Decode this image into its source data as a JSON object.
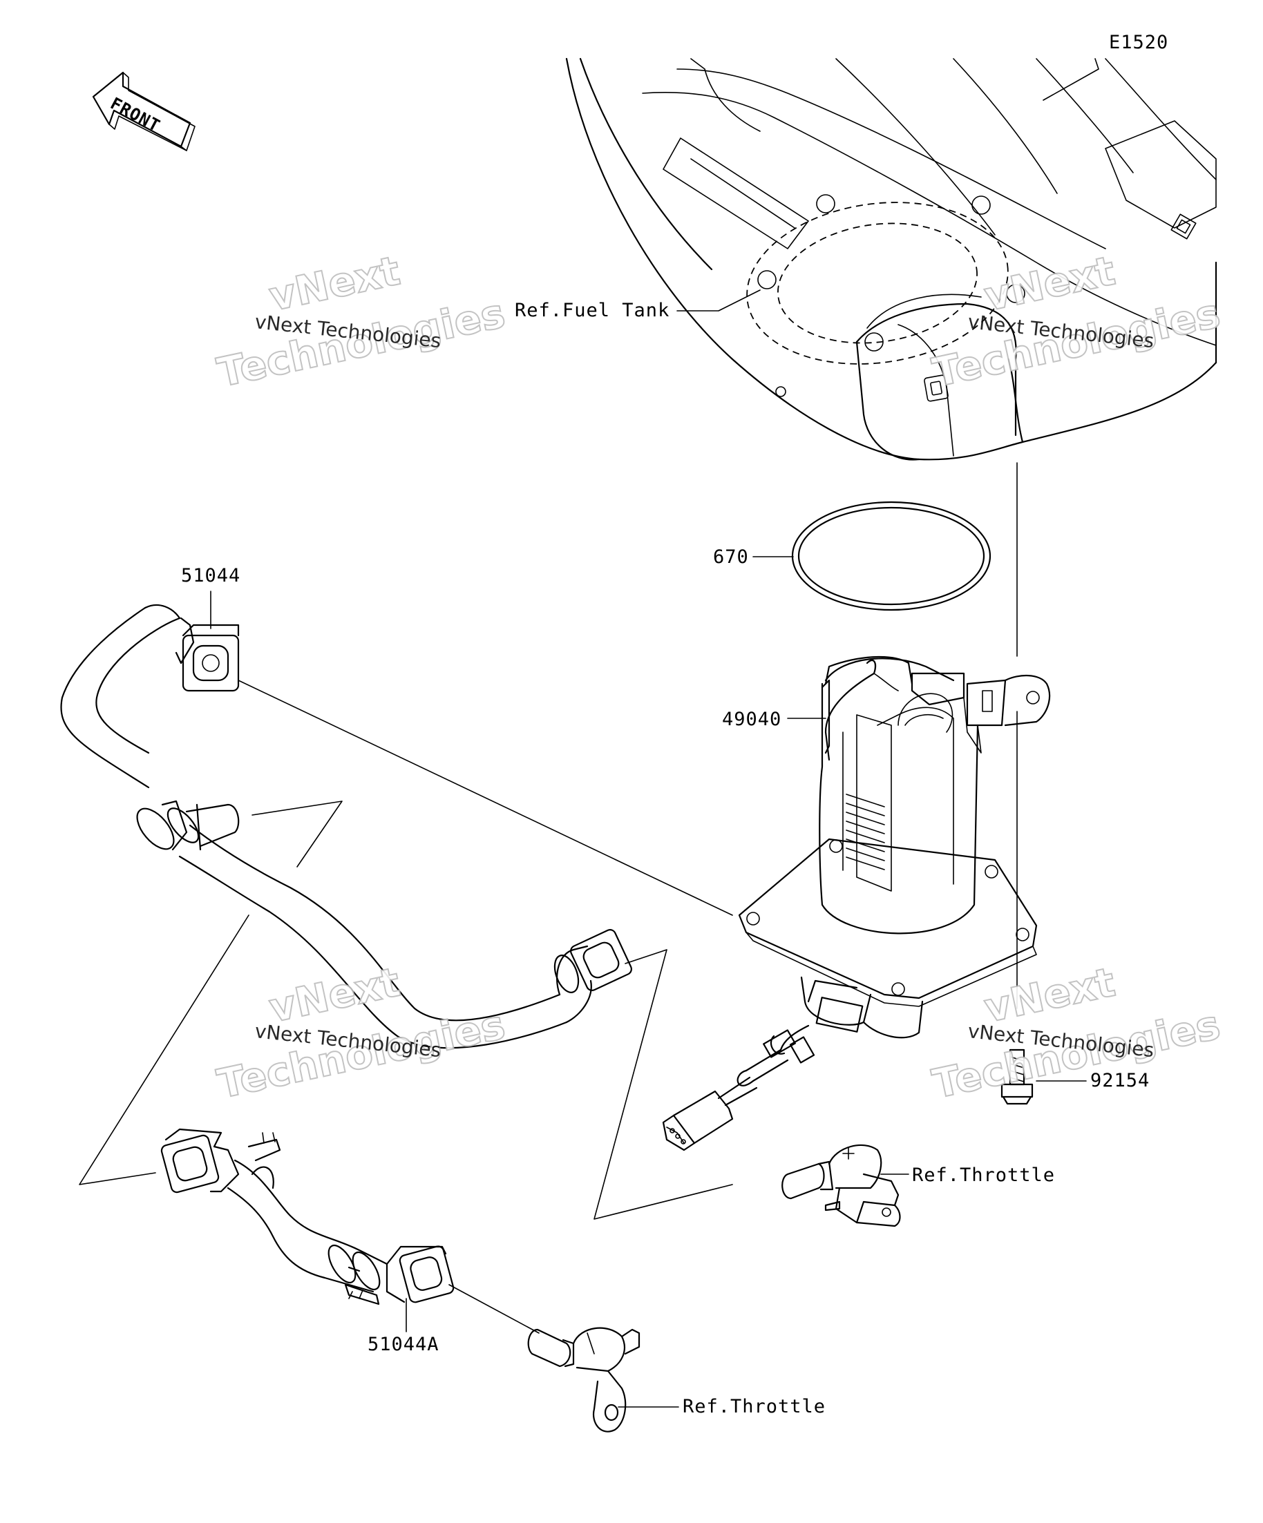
{
  "diagram_code": "E1520",
  "direction_arrow": "FRONT",
  "watermark": {
    "line_small": "vNext Technologies",
    "line_big_1": "vNext",
    "line_big_2": "Technologies"
  },
  "parts": [
    {
      "id": "fuel-tank",
      "label": "Ref.Fuel Tank"
    },
    {
      "id": "o-ring",
      "label": "670"
    },
    {
      "id": "hose-upper",
      "label": "51044"
    },
    {
      "id": "fuel-pump",
      "label": "49040"
    },
    {
      "id": "bolt",
      "label": "92154"
    },
    {
      "id": "throttle-upper",
      "label": "Ref.Throttle"
    },
    {
      "id": "hose-lower",
      "label": "51044A"
    },
    {
      "id": "throttle-lower",
      "label": "Ref.Throttle"
    }
  ]
}
